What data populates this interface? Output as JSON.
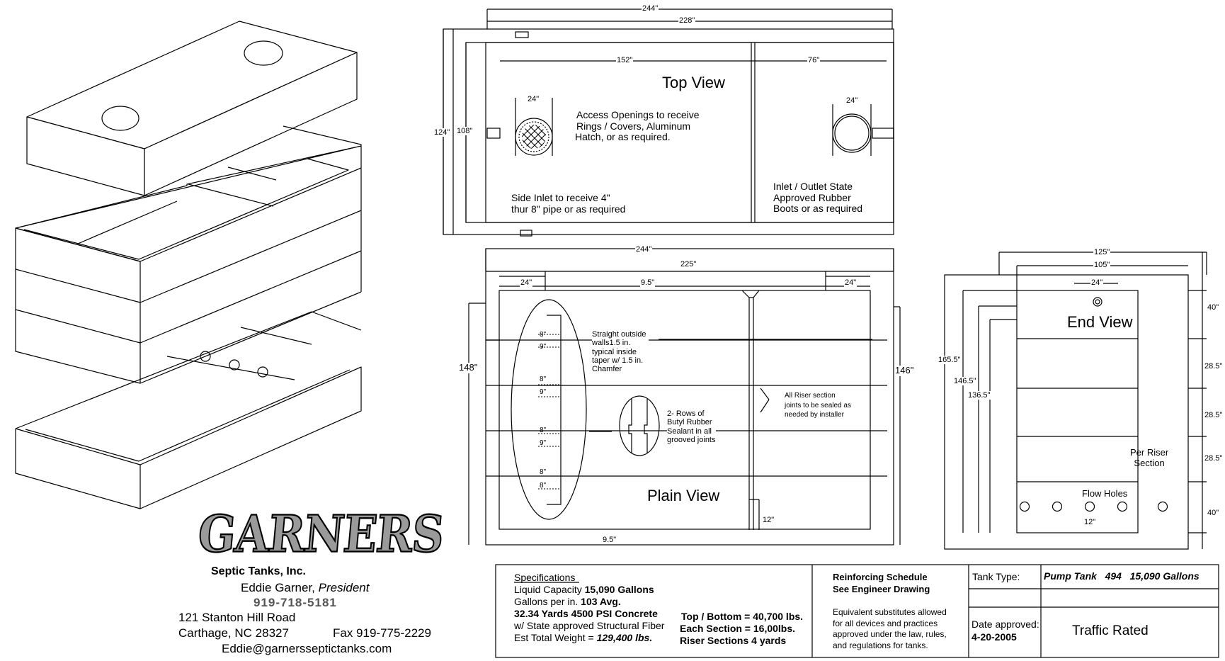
{
  "company": {
    "logo_text": "GARNERS",
    "subtitle": "Septic Tanks, Inc.",
    "president_name": "Eddie Garner,",
    "president_title": "President",
    "phone": "919-718-5181",
    "address1": "121 Stanton Hill Road",
    "address2": "Carthage, NC 28327",
    "fax": "Fax 919-775-2229",
    "email": "Eddie@garnersseptictanks.com"
  },
  "top_view": {
    "title": "Top View",
    "dim_outer": "244\"",
    "dim_inner": "228\"",
    "dim_left_chamber": "152\"",
    "dim_right_chamber": "76\"",
    "dim_height_outer": "124\"",
    "dim_height_inner": "108\"",
    "dim_opening_left": "24\"",
    "dim_opening_right": "24\"",
    "note_access": [
      "Access Openings to receive",
      "Rings / Covers, Aluminum",
      "Hatch, or as required."
    ],
    "note_side_inlet": [
      "Side Inlet to receive 4\"",
      "thur 8\" pipe or as required"
    ],
    "note_inlet_outlet": [
      "Inlet / Outlet State",
      "Approved Rubber",
      "Boots or as required"
    ]
  },
  "plain_view": {
    "title": "Plain View",
    "dim_outer": "244\"",
    "dim_inner": "225\"",
    "dim_left_open": "24\"",
    "dim_mid": "9.5\"",
    "dim_right_open": "24\"",
    "dim_height_left": "148\"",
    "dim_height_right": "146\"",
    "dim_bottom": "9.5\"",
    "dim_baffle": "12\"",
    "joint_dims": [
      "8\"",
      "9\"",
      "8\"",
      "9\"",
      "8\"",
      "9\"",
      "8\"",
      "8\""
    ],
    "note_walls": [
      "Straight outside",
      "walls1.5 in.",
      "typical inside",
      "taper w/ 1.5 in.",
      "Chamfer"
    ],
    "note_butyl": [
      "2- Rows of",
      "Butyl Rubber",
      "Sealant in all",
      "grooved joints"
    ],
    "note_riser": [
      "All Riser section",
      "joints to be sealed as",
      "needed by installer"
    ]
  },
  "end_view": {
    "title": "End View",
    "dim_outer": "125\"",
    "dim_inner": "105\"",
    "dim_opening": "24\"",
    "dim_h1": "165.5\"",
    "dim_h2": "146.5\"",
    "dim_h3": "136.5\"",
    "dim_sections": [
      "40\"",
      "28.5\"",
      "28.5\"",
      "28.5\"",
      "40\""
    ],
    "note_riser": [
      "Per Riser",
      "Section"
    ],
    "flow_holes_label": "Flow Holes",
    "flow_holes_dim": "12\""
  },
  "specifications": {
    "heading": "Specifications",
    "liquid_capacity_label": "Liquid Capacity",
    "liquid_capacity_value": "15,090 Gallons",
    "gallons_per_in_label": "Gallons per in.",
    "gallons_per_in_value": "103 Avg.",
    "concrete": "32.34 Yards 4500 PSI Concrete",
    "fiber": "w/ State approved  Structural Fiber",
    "weight_label": "Est Total Weight =",
    "weight_value": "129,400 lbs.",
    "top_bottom": "Top / Bottom = 40,700 lbs.",
    "each_section": "Each Section = 16,00lbs.",
    "riser_sections": "Riser Sections 4 yards"
  },
  "reinforcing": {
    "line1": "Reinforcing Schedule",
    "line2": "See Engineer Drawing",
    "note": [
      "Equivalent substitutes allowed",
      "for all devices and practices",
      "approved under the law, rules,",
      "and regulations for tanks."
    ]
  },
  "tank_info": {
    "type_label": "Tank Type:",
    "type_value": "Pump Tank   494   15,090 Gallons",
    "date_label": "Date approved:",
    "date_value": "4-20-2005",
    "rating": "Traffic Rated"
  }
}
